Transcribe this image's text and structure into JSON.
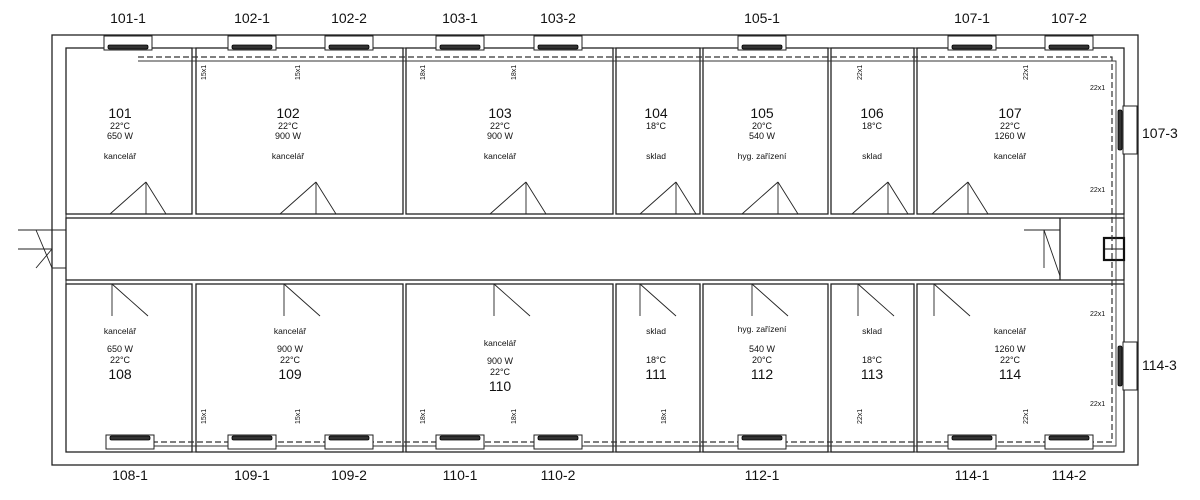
{
  "rooms": [
    {
      "id": "101",
      "temp": "22°C",
      "power": "650 W",
      "use": "kancelář"
    },
    {
      "id": "102",
      "temp": "22°C",
      "power": "900 W",
      "use": "kancelář"
    },
    {
      "id": "103",
      "temp": "22°C",
      "power": "900 W",
      "use": "kancelář"
    },
    {
      "id": "104",
      "temp": "18°C",
      "power": "",
      "use": "sklad"
    },
    {
      "id": "105",
      "temp": "20°C",
      "power": "540 W",
      "use": "hyg. zařízení"
    },
    {
      "id": "106",
      "temp": "18°C",
      "power": "",
      "use": "sklad"
    },
    {
      "id": "107",
      "temp": "22°C",
      "power": "1260 W",
      "use": "kancelář"
    },
    {
      "id": "108",
      "temp": "22°C",
      "power": "650 W",
      "use": "kancelář"
    },
    {
      "id": "109",
      "temp": "22°C",
      "power": "900 W",
      "use": "kancelář"
    },
    {
      "id": "110",
      "temp": "22°C",
      "power": "900 W",
      "use": "kancelář"
    },
    {
      "id": "111",
      "temp": "18°C",
      "power": "",
      "use": "sklad"
    },
    {
      "id": "112",
      "temp": "20°C",
      "power": "540 W",
      "use": "hyg. zařízení"
    },
    {
      "id": "113",
      "temp": "18°C",
      "power": "",
      "use": "sklad"
    },
    {
      "id": "114",
      "temp": "22°C",
      "power": "1260 W",
      "use": "kancelář"
    }
  ],
  "radiators": [
    "101-1",
    "102-1",
    "102-2",
    "103-1",
    "103-2",
    "105-1",
    "107-1",
    "107-2",
    "107-3",
    "108-1",
    "109-1",
    "109-2",
    "110-1",
    "110-2",
    "112-1",
    "114-1",
    "114-2",
    "114-3"
  ],
  "pipes": [
    "15x1",
    "15x1",
    "18x1",
    "18x1",
    "22x1",
    "22x1",
    "22x1",
    "22x1",
    "15x1",
    "15x1",
    "18x1",
    "18x1",
    "18x1",
    "22x1",
    "22x1",
    "22x1",
    "22x1"
  ]
}
